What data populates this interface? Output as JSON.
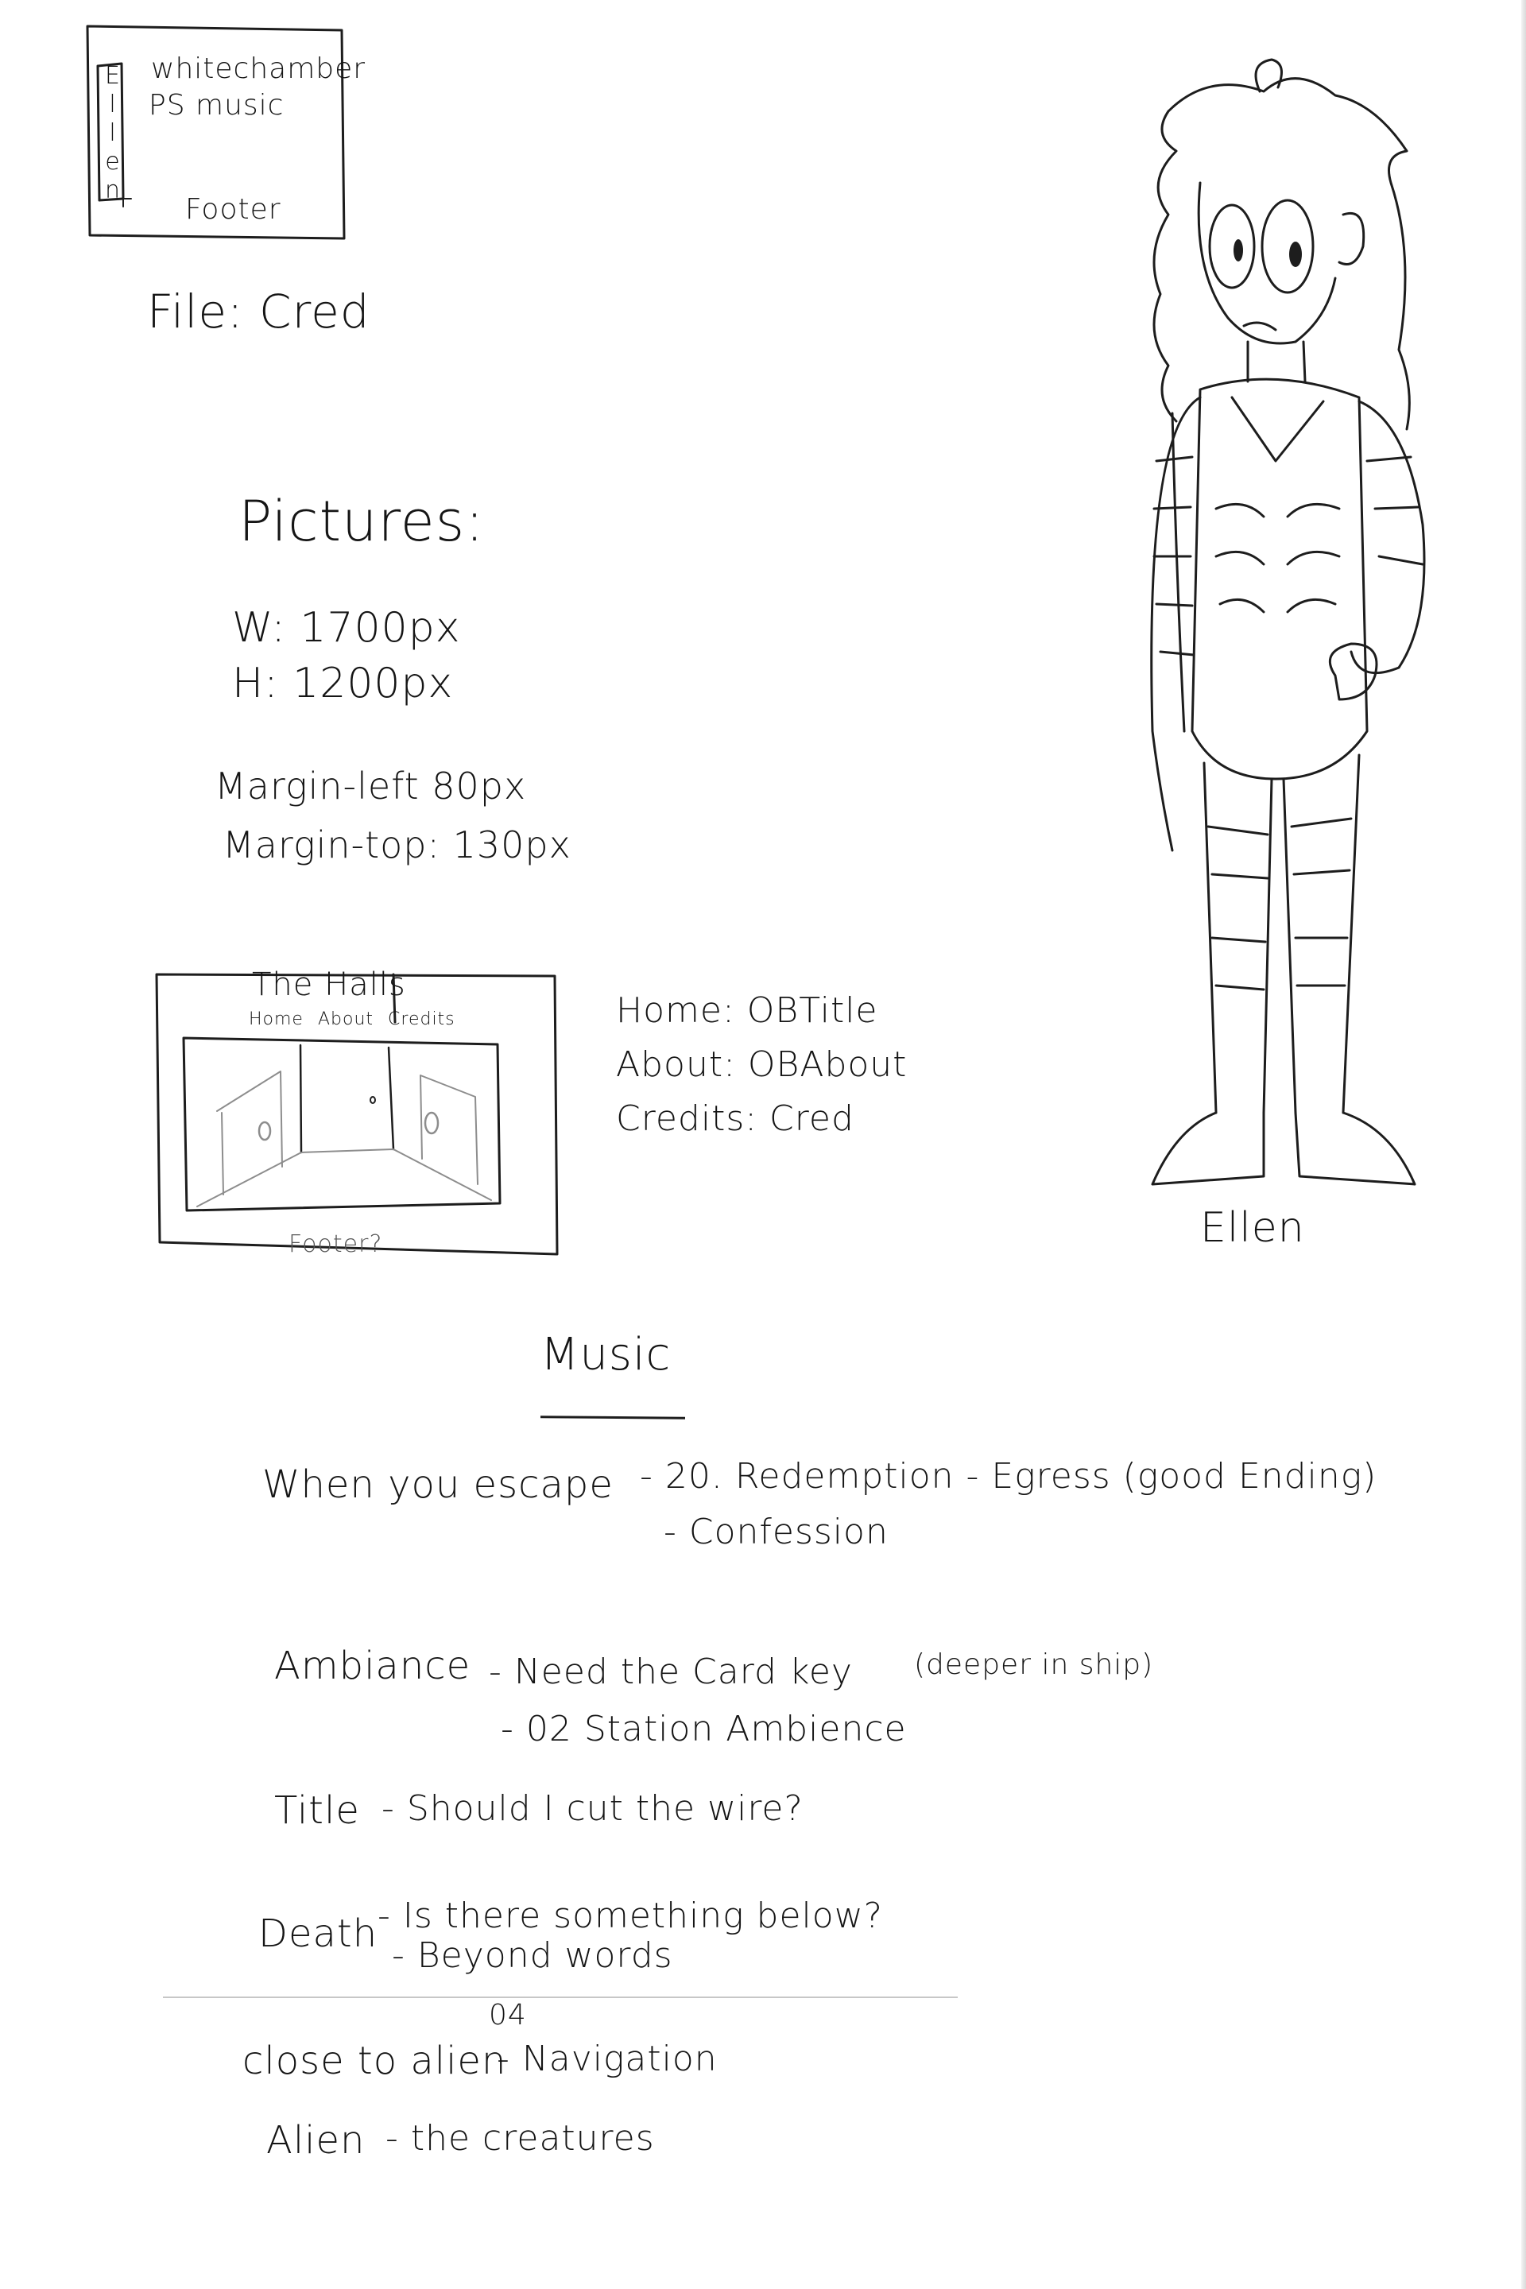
{
  "sheet": {
    "wireframe_credits": {
      "sidebar_label": "Ellen",
      "lines": [
        "whitechamber",
        "PS music"
      ],
      "footer": "Footer"
    },
    "file_note": "File: Cred",
    "pictures": {
      "title": "Pictures:",
      "width": "W: 1700px",
      "height": "H: 1200px",
      "margin_left": "Margin-left 80px",
      "margin_top": "Margin-top: 130px"
    },
    "wireframe_home": {
      "title": "The Halls",
      "nav": [
        "Home",
        "About",
        "Credits"
      ],
      "footer": "Footer?"
    },
    "links": [
      {
        "label": "Home: OBTitle"
      },
      {
        "label": "About: OBAbout"
      },
      {
        "label": "Credits: Cred"
      }
    ],
    "character": {
      "name": "Ellen"
    },
    "music": {
      "title": "Music",
      "entries": [
        {
          "category": "When you escape",
          "tracks": [
            "- 20. Redemption - Egress (good Ending)",
            "- Confession"
          ]
        },
        {
          "category": "Ambiance",
          "tracks": [
            "- Need the Card key",
            "- 02 Station Ambience"
          ],
          "note": "(deeper in ship)"
        },
        {
          "category": "Title",
          "tracks": [
            "- Should I cut the wire?"
          ]
        },
        {
          "category": "Death",
          "tracks": [
            "- Is there something below?",
            "- Beyond words"
          ]
        },
        {
          "category": "close to alien",
          "marker": "04",
          "tracks": [
            "- Navigation"
          ]
        },
        {
          "category": "Alien",
          "tracks": [
            "- the creatures"
          ]
        }
      ]
    }
  }
}
